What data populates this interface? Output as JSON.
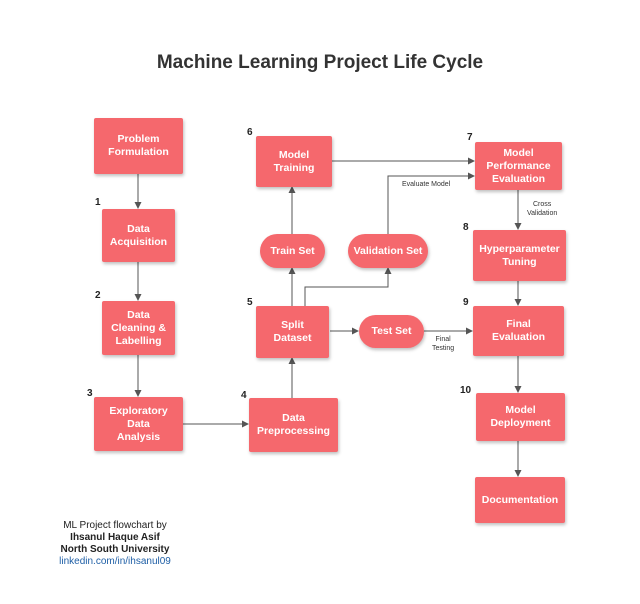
{
  "title": "Machine Learning Project Life Cycle",
  "nodes": {
    "problem": "Problem\nFormulation",
    "acquisition": "Data\nAcquisition",
    "cleaning": "Data\nCleaning &\nLabelling",
    "eda": "Exploratory\nData\nAnalysis",
    "preprocessing": "Data\nPreprocessing",
    "split": "Split\nDataset",
    "train_set": "Train Set",
    "validation_set": "Validation Set",
    "test_set": "Test Set",
    "training": "Model\nTraining",
    "performance": "Model\nPerformance\nEvaluation",
    "tuning": "Hyperparameter\nTuning",
    "final_eval": "Final\nEvaluation",
    "deployment": "Model\nDeployment",
    "documentation": "Documentation"
  },
  "numbers": {
    "n1": "1",
    "n2": "2",
    "n3": "3",
    "n4": "4",
    "n5": "5",
    "n6": "6",
    "n7": "7",
    "n8": "8",
    "n9": "9",
    "n10": "10"
  },
  "edge_labels": {
    "evaluate_model": "Evaluate Model",
    "cross_validation": "Cross\nValidation",
    "final_testing": "Final\nTesting"
  },
  "credit": {
    "line1": "ML Project flowchart by",
    "author": "Ihsanul Haque Asif",
    "org": "North South University",
    "link": "linkedin.com/in/ihsanul09"
  },
  "colors": {
    "node_fill": "#f5686d",
    "edge": "#555555",
    "link": "#1f5fa6"
  }
}
